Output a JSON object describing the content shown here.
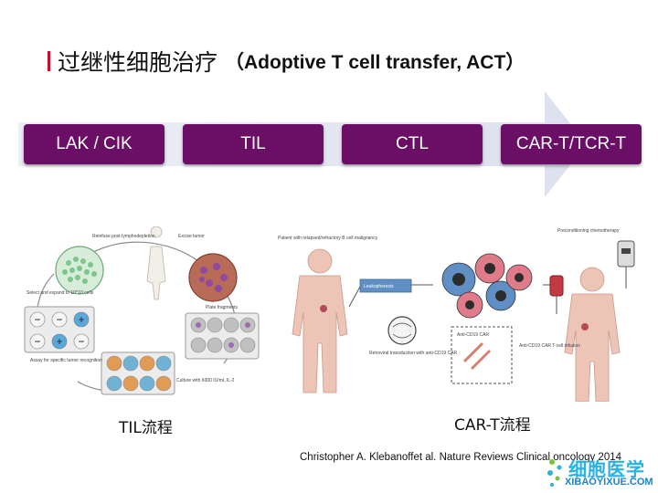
{
  "slide": {
    "title_cn": "过继性细胞治疗",
    "title_en": "（Adoptive T cell transfer, ACT）"
  },
  "stages": [
    {
      "label": "LAK / CIK"
    },
    {
      "label": "TIL"
    },
    {
      "label": "CTL"
    },
    {
      "label": "CAR-T/TCR-T"
    }
  ],
  "til_figure": {
    "caption": "TIL流程",
    "labels": {
      "reinfuse": "Reinfuse post-lymphodepletion",
      "excise": "Excise tumor",
      "plate": "Plate fragments",
      "culture": "Culture with 6000 IU/mL IL-2",
      "assay": "Assay for specific tumor recognition",
      "select": "Select and expand to 10^10 cells"
    }
  },
  "cart_figure": {
    "caption": "CAR-T流程",
    "labels": {
      "patient": "Patient with relapsed/refractory B cell malignancy",
      "leukopheresis": "Leukopheresis",
      "retroviral": "Retroviral transduction with anti-CD19 CAR",
      "anti_cd19_car": "Anti-CD19 CAR",
      "preconditioning": "Preconditioning chemotherapy",
      "infusion": "Anti-CD19 CAR T-cell infusion"
    }
  },
  "citation": "Christopher A. Klebanoffet al. Nature Reviews Clinical oncology 2014",
  "watermark": {
    "cn": "细胞医学",
    "url": "XIBAOYIXUE.COM"
  },
  "colors": {
    "stage_fill": "#6b0f66",
    "arrow_fill": "#e6e8f4",
    "title_accent": "#c8102e",
    "logo_blue": "#27b2e0",
    "logo_green": "#7cc242"
  }
}
